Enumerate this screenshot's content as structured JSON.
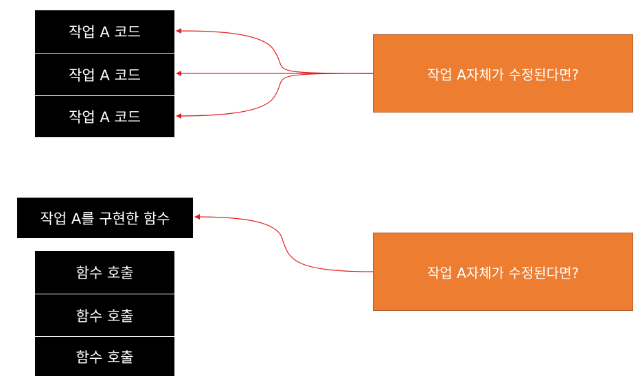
{
  "top_section": {
    "code_blocks": [
      {
        "label": "작업 A 코드"
      },
      {
        "label": "작업 A 코드"
      },
      {
        "label": "작업 A 코드"
      }
    ],
    "callout": {
      "text": "작업 A자체가 수정된다면?"
    }
  },
  "bottom_section": {
    "function_block": {
      "label": "작업 A를 구현한 함수"
    },
    "call_blocks": [
      {
        "label": "함수 호출"
      },
      {
        "label": "함수 호출"
      },
      {
        "label": "함수 호출"
      }
    ],
    "callout": {
      "text": "작업 A자체가 수정된다면?"
    }
  },
  "colors": {
    "block": "#000000",
    "callout": "#ed7d31",
    "arrow": "#e02020"
  }
}
